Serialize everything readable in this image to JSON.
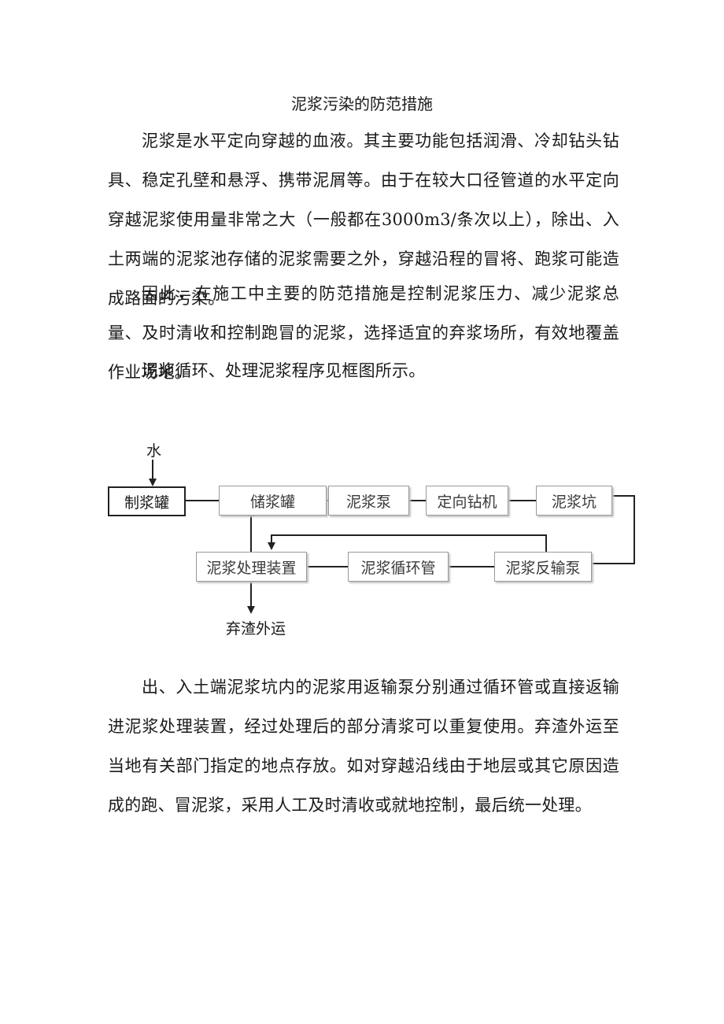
{
  "document": {
    "title": "泥浆污染的防范措施",
    "paragraphs": [
      "泥浆是水平定向穿越的血液。其主要功能包括润滑、冷却钻头钻具、稳定孔壁和悬浮、携带泥屑等。由于在较大口径管道的水平定向穿越泥浆使用量非常之大（一般都在3000m3/条次以上），除出、入土两端的泥浆池存储的泥浆需要之外，穿越沿程的冒将、跑浆可能造成路面的污染。",
      "因此，在施工中主要的防范措施是控制泥浆压力、减少泥浆总量、及时清收和控制跑冒的泥浆，选择适宜的弃浆场所，有效地覆盖作业场地。",
      "泥浆循环、处理泥浆程序见框图所示。",
      "出、入土端泥浆坑内的泥浆用返输泵分别通过循环管或直接返输进泥浆处理装置，经过处理后的部分清浆可以重复使用。弃渣外运至当地有关部门指定的地点存放。如对穿越沿线由于地层或其它原因造成的跑、冒泥浆，采用人工及时清收或就地控制，最后统一处理。"
    ]
  },
  "flowchart": {
    "input_label": "水",
    "output_label": "弃渣外运",
    "nodes": {
      "mixing_tank": "制浆罐",
      "storage_tank": "储浆罐",
      "mud_pump": "泥浆泵",
      "drilling_rig": "定向钻机",
      "mud_pit": "泥浆坑",
      "treatment_unit": "泥浆处理装置",
      "circulation_pipe": "泥浆循环管",
      "return_pump": "泥浆反输泵"
    }
  },
  "colors": {
    "text": "#1a1a1a",
    "box_border": "#9a9a9a",
    "line": "#222222"
  }
}
